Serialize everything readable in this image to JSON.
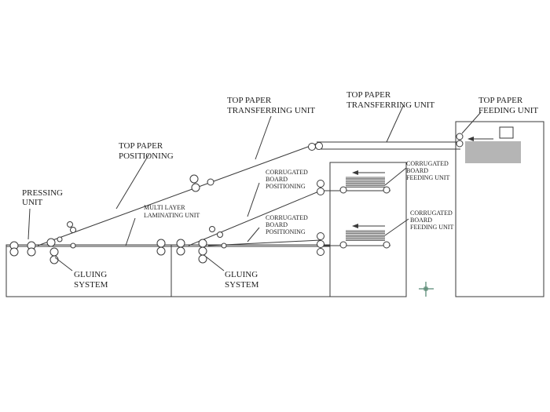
{
  "labels": {
    "pressing_unit": [
      "PRESSING",
      "UNIT"
    ],
    "top_paper_positioning": [
      "TOP PAPER",
      "POSITIONING"
    ],
    "top_paper_transferring_1": [
      "TOP PAPER",
      "TRANSFERRING UNIT"
    ],
    "top_paper_transferring_2": [
      "TOP PAPER",
      "TRANSFERRING UNIT"
    ],
    "top_paper_feeding": [
      "TOP PAPER",
      "FEEDING UNIT"
    ],
    "multi_layer_laminating": [
      "MULTI LAYER",
      "LAMINATING UNIT"
    ],
    "corrugated_positioning_1": [
      "CORRUGATED",
      "BOARD",
      "POSITIONING"
    ],
    "corrugated_positioning_2": [
      "CORRUGATED",
      "BOARD",
      "POSITIONING"
    ],
    "corrugated_feeding_1": [
      "CORRUGATED",
      "BOARD",
      "FEEDING UNIT"
    ],
    "corrugated_feeding_2": [
      "CORRUGATED",
      "BOARD",
      "FEEDING UNIT"
    ],
    "gluing_system_1": [
      "GLUING",
      "SYSTEM"
    ],
    "gluing_system_2": [
      "GLUING",
      "SYSTEM"
    ]
  }
}
